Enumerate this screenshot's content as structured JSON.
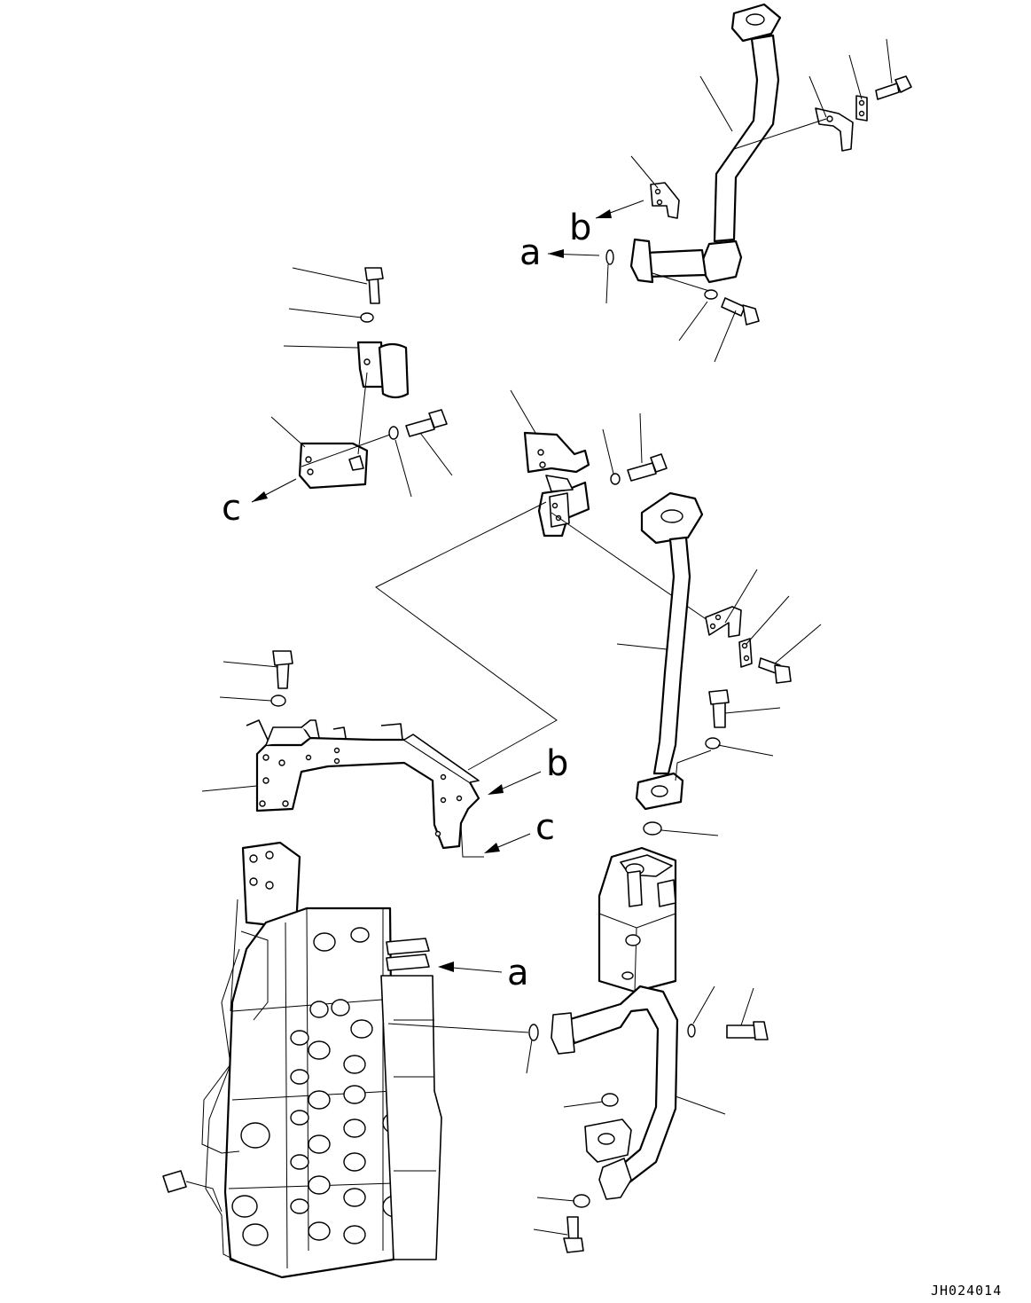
{
  "drawing": {
    "code": "JH024014",
    "labels": {
      "a_top": "a",
      "b_top": "b",
      "c_left": "c",
      "a_valve": "a",
      "b_bracket": "b",
      "c_bracket": "c"
    }
  }
}
